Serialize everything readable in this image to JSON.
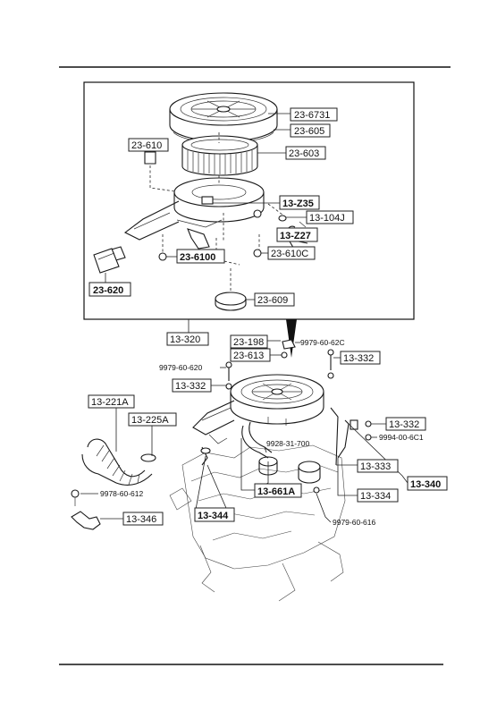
{
  "labels": {
    "l_23_6731": "23-6731",
    "l_23_605": "23-605",
    "l_23_610": "23-610",
    "l_23_603": "23-603",
    "l_13_z35": "13-Z35",
    "l_13_104j": "13-104J",
    "l_13_z27": "13-Z27",
    "l_23_6100": "23-6100",
    "l_23_610c": "23-610C",
    "l_23_620": "23-620",
    "l_23_609": "23-609",
    "l_13_320": "13-320",
    "l_23_198": "23-198",
    "l_23_613": "23-613",
    "l_13_332a": "13-332",
    "l_13_332b": "13-332",
    "l_13_332c": "13-332",
    "l_13_221a": "13-221A",
    "l_13_225a": "13-225A",
    "l_13_333": "13-333",
    "l_13_340": "13-340",
    "l_13_661a": "13-661A",
    "l_13_334": "13-334",
    "l_13_346": "13-346",
    "l_13_344": "13-344"
  },
  "callouts": {
    "c_9979_60_620_top": "9979-60-62C",
    "c_9979_60_620_left": "9979-60-620",
    "c_9928_31_700": "9928-31-700",
    "c_9994_00_601": "9994-00-6C1",
    "c_9978_60_612": "9978-60-612",
    "c_9979_60_616": "9979-60-616"
  }
}
